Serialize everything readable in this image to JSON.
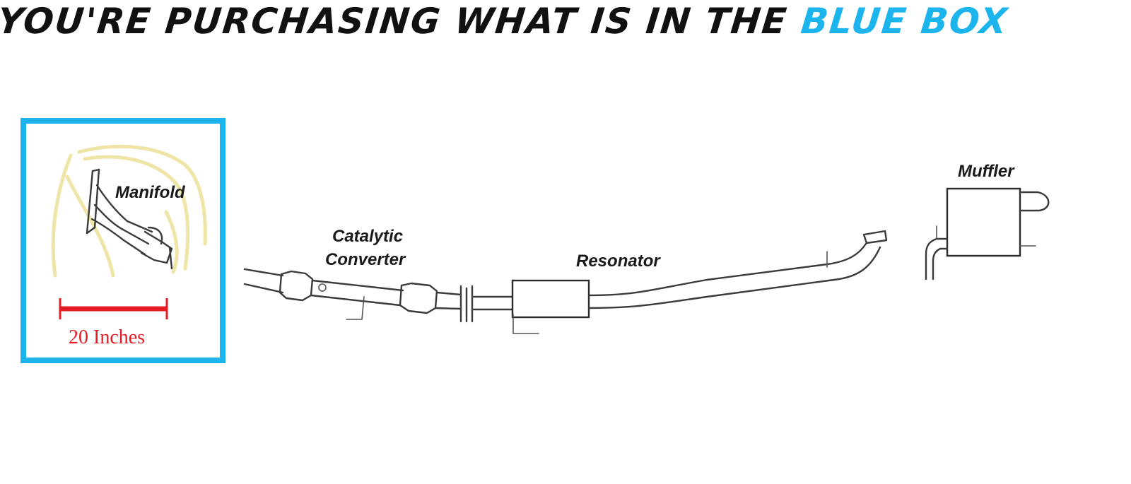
{
  "headline": {
    "prefix": "YOU'RE PURCHASING WHAT IS IN THE",
    "highlight": "BLUE BOX"
  },
  "labels": {
    "manifold": "Manifold",
    "catalytic_line1": "Catalytic",
    "catalytic_line2": "Converter",
    "resonator": "Resonator",
    "muffler": "Muffler"
  },
  "dimension": {
    "text": "20 Inches"
  },
  "colors": {
    "accent": "#1cb4ec",
    "headline": "#111111",
    "dimension": "#e51c23",
    "line": "#3a3a3a"
  }
}
